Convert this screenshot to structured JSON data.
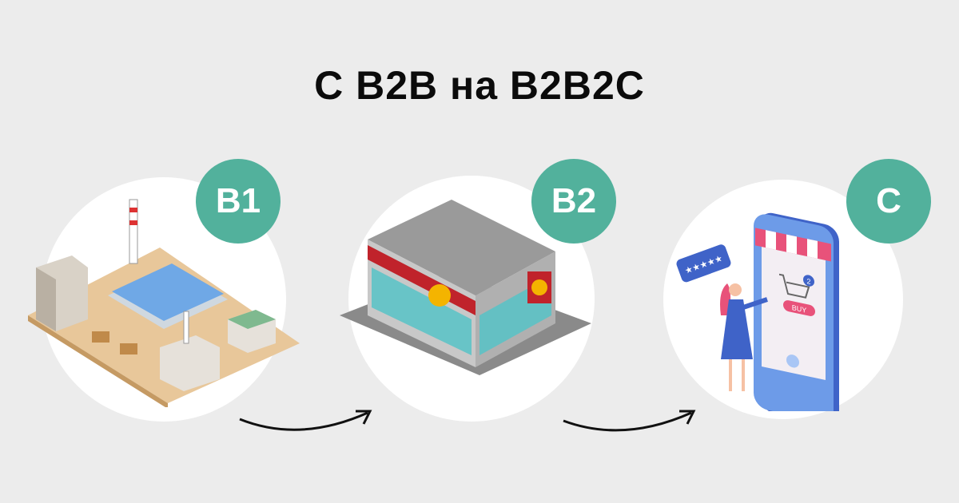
{
  "title": "С B2B на B2B2C",
  "stages": [
    {
      "badge": "B1",
      "illustration": "factory"
    },
    {
      "badge": "B2",
      "illustration": "store-building"
    },
    {
      "badge": "C",
      "illustration": "phone-shopping",
      "button_text": "BUY",
      "cart_count": "2"
    }
  ],
  "colors": {
    "background": "#ececec",
    "badge": "#52b19c",
    "arrow": "#111111"
  }
}
